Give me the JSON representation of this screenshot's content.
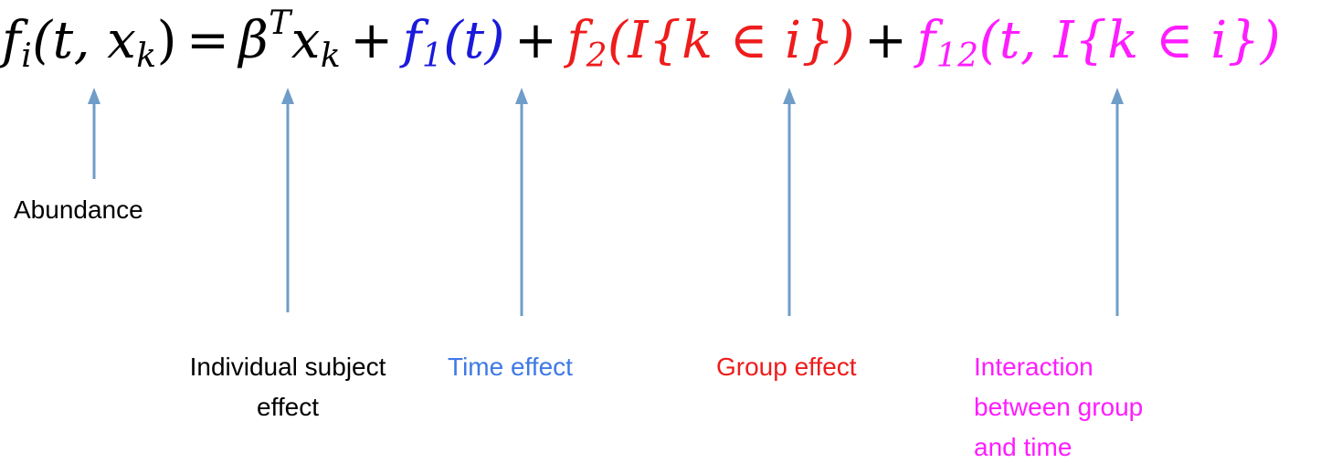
{
  "colors": {
    "black": "#000000",
    "blue": "#1a1adb",
    "red": "#ee1c1c",
    "magenta": "#ff1cff",
    "arrow": "#6f9dc9",
    "time_label": "#3f79e6"
  },
  "equation": {
    "lhs": {
      "f": "f",
      "sub": "i",
      "args": "(t, x",
      "args_sub": "k",
      "close": ")"
    },
    "equals": "=",
    "beta": {
      "beta": "β",
      "sup": "T",
      "x": "x",
      "x_sub": "k"
    },
    "plus": "+",
    "term1": {
      "f": "f",
      "sub": "1",
      "args": "(t)"
    },
    "term2": {
      "f": "f",
      "sub": "2",
      "args": "(I{k ∈ i})"
    },
    "term3": {
      "f": "f",
      "sub": "12",
      "args": "(t, I{k ∈ i})"
    }
  },
  "labels": {
    "abundance": "Abundance",
    "individual_line1": "Individual subject",
    "individual_line2": "effect",
    "time": "Time effect",
    "group": "Group effect",
    "interaction_line1": "Interaction",
    "interaction_line2": "between group",
    "interaction_line3": "and time"
  }
}
